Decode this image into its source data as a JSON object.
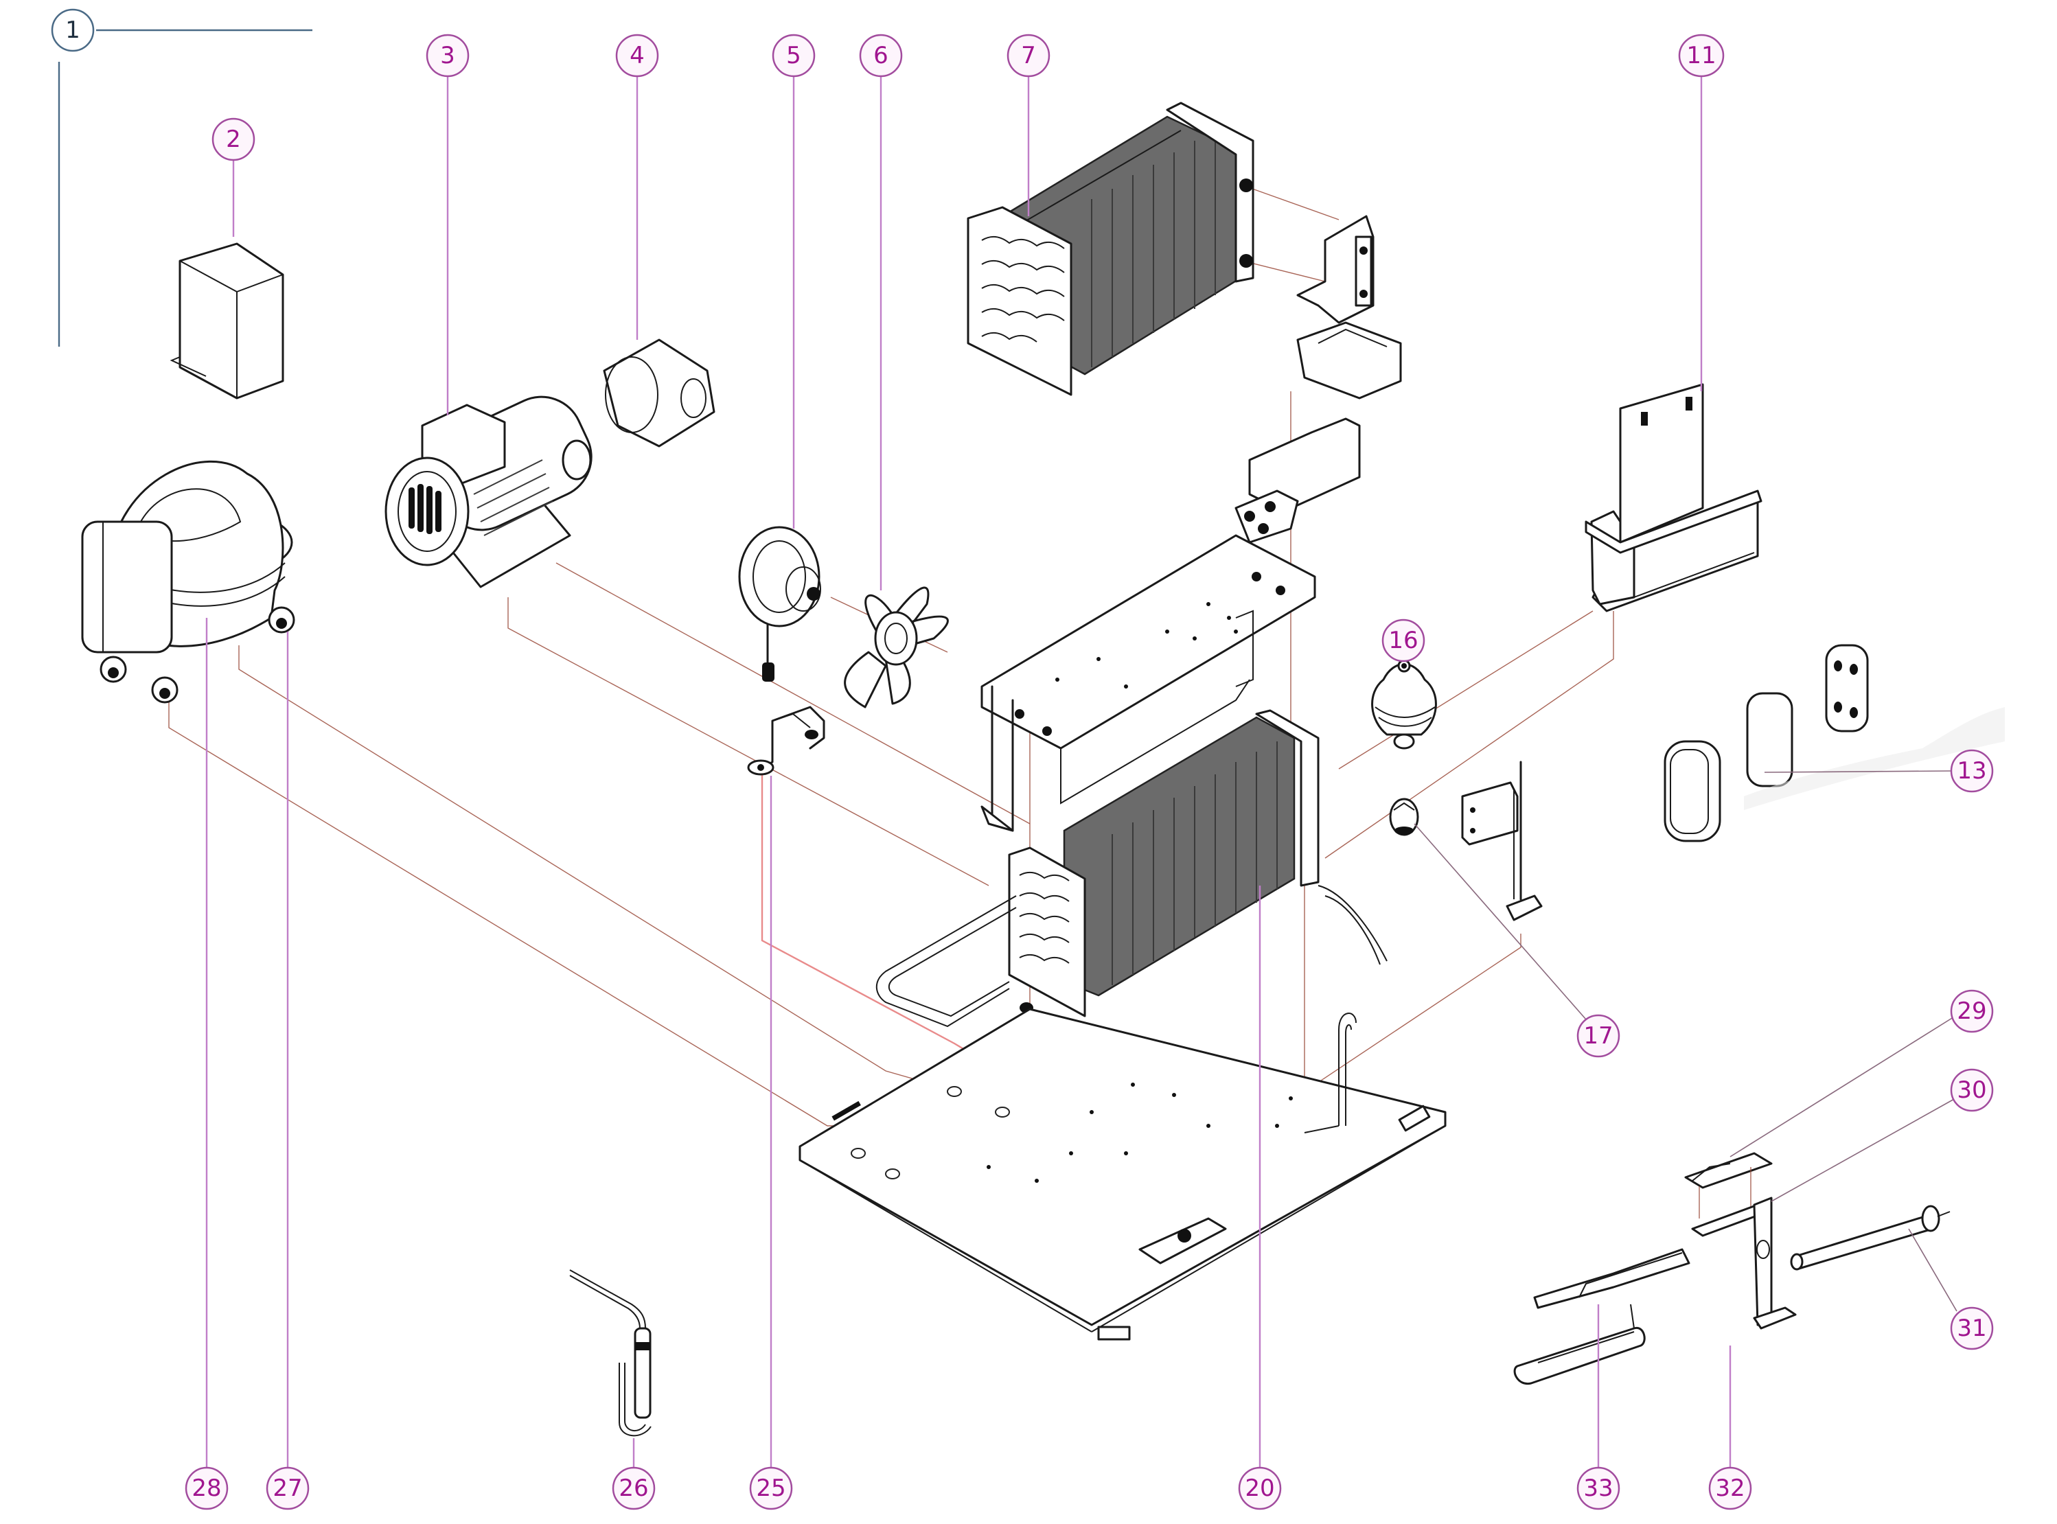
{
  "diagram": {
    "title": "Refrigeration unit exploded parts diagram",
    "colors": {
      "callout_ring": "#a24c9e",
      "callout_text": "#a0158f",
      "callout_ring_primary": "#4a6a86",
      "assembly_line": "#9a4a3a"
    },
    "callouts": [
      {
        "id": "1",
        "label": "1",
        "part": "assembly-frame",
        "style": "primary"
      },
      {
        "id": "2",
        "label": "2",
        "part": "electrical-box"
      },
      {
        "id": "3",
        "label": "3",
        "part": "fan-motor"
      },
      {
        "id": "4",
        "label": "4",
        "part": "motor-cover"
      },
      {
        "id": "5",
        "label": "5",
        "part": "evaporator-fan-motor"
      },
      {
        "id": "6",
        "label": "6",
        "part": "fan-blade"
      },
      {
        "id": "7",
        "label": "7",
        "part": "condenser-coil"
      },
      {
        "id": "11",
        "label": "11",
        "part": "drain-tray"
      },
      {
        "id": "13",
        "label": "13",
        "part": "gasket-set"
      },
      {
        "id": "16",
        "label": "16",
        "part": "accumulator"
      },
      {
        "id": "17",
        "label": "17",
        "part": "fitting-nut"
      },
      {
        "id": "20",
        "label": "20",
        "part": "evaporator-coil"
      },
      {
        "id": "25",
        "label": "25",
        "part": "motor-bracket"
      },
      {
        "id": "26",
        "label": "26",
        "part": "capillary-drier"
      },
      {
        "id": "27",
        "label": "27",
        "part": "grommet"
      },
      {
        "id": "28",
        "label": "28",
        "part": "compressor"
      },
      {
        "id": "29",
        "label": "29",
        "part": "heater-bracket-top"
      },
      {
        "id": "30",
        "label": "30",
        "part": "heater-post"
      },
      {
        "id": "31",
        "label": "31",
        "part": "heater-element"
      },
      {
        "id": "32",
        "label": "32",
        "part": "drain-pan"
      },
      {
        "id": "33",
        "label": "33",
        "part": "pan-bracket"
      }
    ]
  }
}
